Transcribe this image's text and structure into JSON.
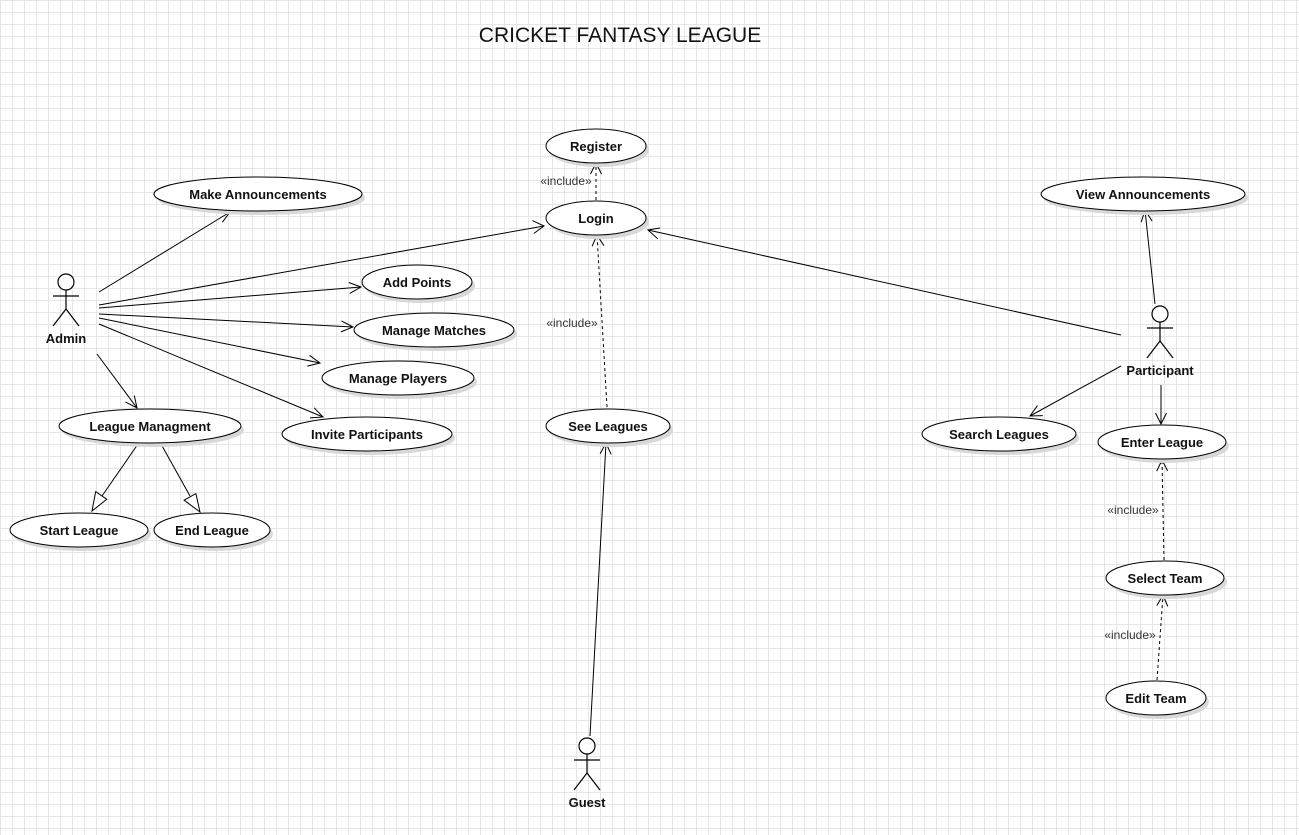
{
  "title": "CRICKET FANTASY LEAGUE",
  "actors": {
    "admin": "Admin",
    "participant": "Participant",
    "guest": "Guest"
  },
  "use_cases": {
    "make_announcements": "Make Announcements",
    "add_points": "Add Points",
    "manage_matches": "Manage Matches",
    "manage_players": "Manage Players",
    "invite_participants": "Invite Participants",
    "league_managment": "League Managment",
    "start_league": "Start League",
    "end_league": "End League",
    "register": "Register",
    "login": "Login",
    "see_leagues": "See Leagues",
    "view_announcements": "View Announcements",
    "search_leagues": "Search Leagues",
    "enter_league": "Enter League",
    "select_team": "Select Team",
    "edit_team": "Edit Team"
  },
  "stereotypes": {
    "include": "«include»"
  },
  "colors": {
    "line": "#000000",
    "grid": "#e6e6e6",
    "fill": "#ffffff"
  }
}
